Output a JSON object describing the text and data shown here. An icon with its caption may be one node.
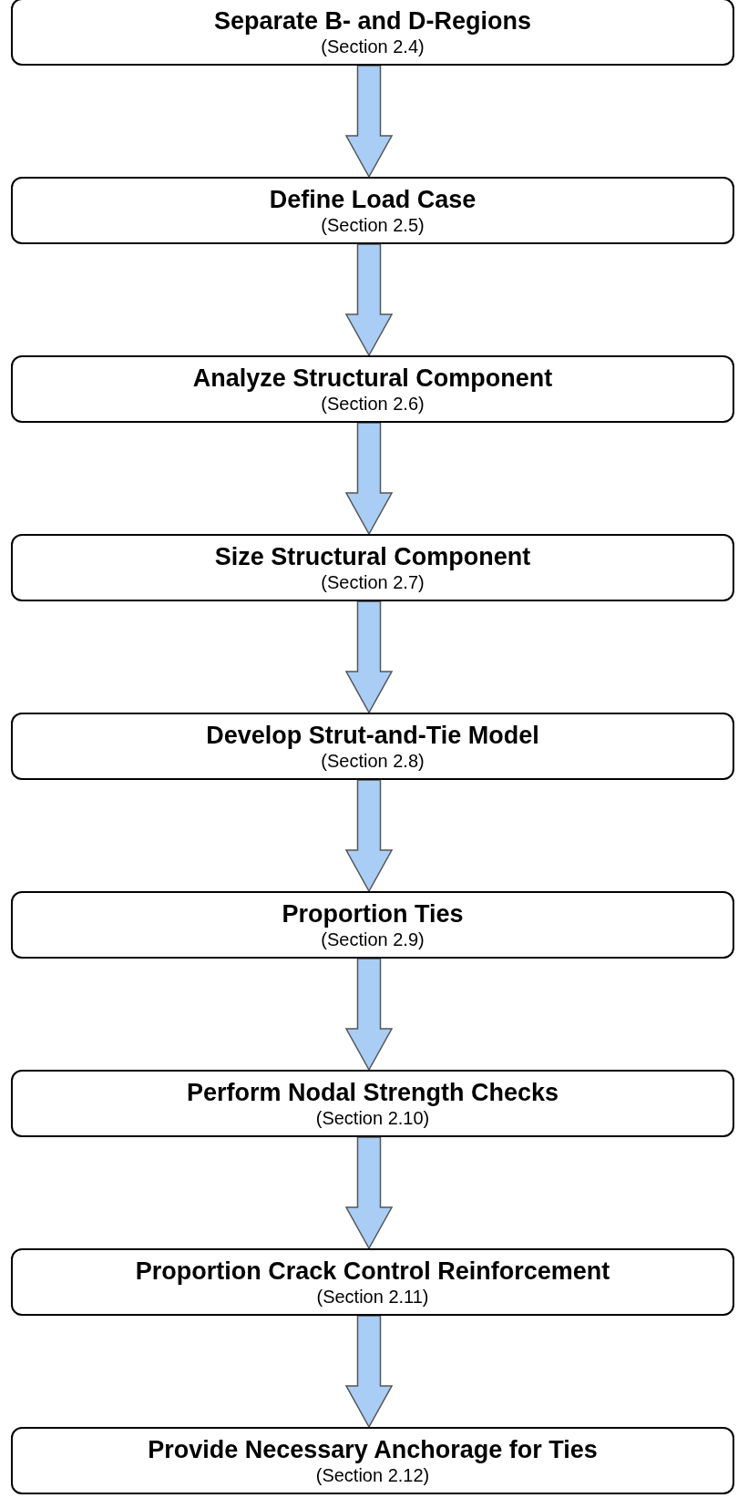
{
  "diagram": {
    "nodes": [
      {
        "text": [
          "Separate B- and D-Regions",
          "(Section 2.4)"
        ]
      },
      {
        "text": [
          "Define Load Case",
          "(Section 2.5)"
        ]
      },
      {
        "text": [
          "Analyze Structural Component",
          "(Section 2.6)"
        ]
      },
      {
        "text": [
          "Size Structural Component",
          "(Section 2.7)"
        ]
      },
      {
        "text": [
          "Develop Strut-and-Tie Model",
          "(Section 2.8)"
        ]
      },
      {
        "text": [
          "Proportion Ties",
          "(Section 2.9)"
        ]
      },
      {
        "text": [
          "Perform Nodal Strength Checks",
          "(Section 2.10)"
        ]
      },
      {
        "text": [
          "Proportion Crack Control Reinforcement",
          "(Section 2.11)"
        ]
      },
      {
        "text": [
          "Provide Necessary Anchorage for Ties",
          "(Section 2.12)"
        ]
      }
    ],
    "edges": [
      {
        "from": 0,
        "to": 1,
        "arrow": "to"
      },
      {
        "from": 1,
        "to": 2,
        "arrow": "to"
      },
      {
        "from": 2,
        "to": 3,
        "arrow": "to"
      },
      {
        "from": 3,
        "to": 4,
        "arrow": "to"
      },
      {
        "from": 4,
        "to": 5,
        "arrow": "to"
      },
      {
        "from": 5,
        "to": 6,
        "arrow": "to"
      },
      {
        "from": 6,
        "to": 7,
        "arrow": "to"
      },
      {
        "from": 7,
        "to": 8,
        "arrow": "to"
      }
    ]
  }
}
